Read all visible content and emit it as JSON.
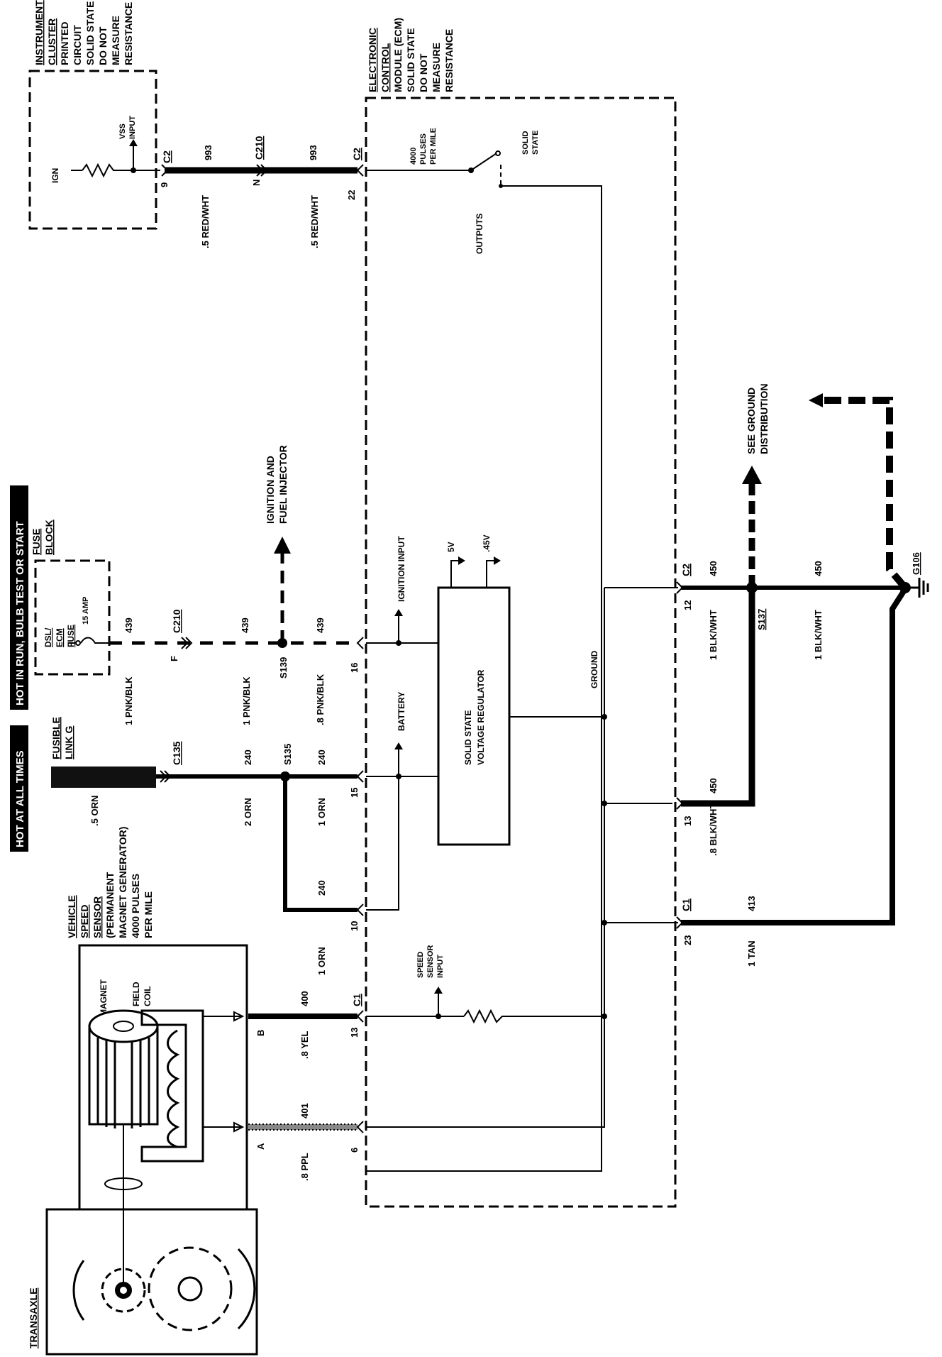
{
  "headers": {
    "hot_always": "HOT AT ALL TIMES",
    "hot_run": "HOT IN RUN, BULB TEST OR START"
  },
  "cluster": {
    "lines": [
      "INSTRUMENT",
      "CLUSTER",
      "PRINTED",
      "CIRCUIT",
      "SOLID STATE",
      "DO NOT",
      "MEASURE",
      "RESISTANCE"
    ],
    "ign": "IGN",
    "vss": [
      "VSS",
      "INPUT"
    ]
  },
  "ecm": {
    "lines": [
      "ELECTRONIC",
      "CONTROL",
      "MODULE (ECM)",
      "SOLID STATE",
      "DO NOT",
      "MEASURE",
      "RESISTANCE"
    ],
    "pulses": [
      "4000",
      "PULSES",
      "PER MILE"
    ],
    "solid_state": [
      "SOLID",
      "STATE"
    ],
    "outputs": "OUTPUTS",
    "ignition_input": "IGNITION INPUT",
    "battery": "BATTERY",
    "regulator": [
      "SOLID STATE",
      "VOLTAGE REGULATOR"
    ],
    "v5": "5V",
    "v45": ".45V",
    "ground": "GROUND",
    "speed_input": [
      "SPEED",
      "SENSOR",
      "INPUT"
    ]
  },
  "fuse_block": {
    "title": [
      "FUSE",
      "BLOCK"
    ],
    "fuse": [
      "DSL/",
      "ECM",
      "FUSE"
    ],
    "amp": "15 AMP"
  },
  "fusible": {
    "title": [
      "FUSIBLE",
      "LINK G"
    ]
  },
  "vss_sensor": {
    "lines": [
      "VEHICLE",
      "SPEED",
      "SENSOR",
      "(PERMANENT",
      "MAGNET GENERATOR)",
      "4000 PULSES",
      "PER MILE"
    ],
    "magnet": "MAGNET",
    "field_coil": [
      "FIELD",
      "COIL"
    ],
    "pin_b": "B",
    "pin_a": "A"
  },
  "transaxle": "TRANSAXLE",
  "ignition_injector": [
    "IGNITION AND",
    "FUEL INJECTOR"
  ],
  "ground_dist": [
    "SEE GROUND",
    "DISTRIBUTION"
  ],
  "labels": {
    "c2": "C2",
    "c210": "C210",
    "c135": "C135",
    "c1": "C1",
    "s135": "S135",
    "s139": "S139",
    "s137": "S137",
    "g106": "G106",
    "c993": "993",
    "c439": "439",
    "c240": "240",
    "c400": "400",
    "c401": "401",
    "c450": "450",
    "c413": "413",
    "p9": "9",
    "pN": "N",
    "p22": "22",
    "pF": "F",
    "p16": "16",
    "p15": "15",
    "p10": "10",
    "p13": "13",
    "p6": "6",
    "p12": "12",
    "p23": "23",
    "w_redwht": ".5 RED/WHT",
    "w_pnkblk1": "1 PNK/BLK",
    "w_pnkblk8": ".8 PNK/BLK",
    "w_orn5": ".5 ORN",
    "w_orn2": "2 ORN",
    "w_orn1": "1 ORN",
    "w_yel": ".8 YEL",
    "w_ppl": ".8 PPL",
    "w_blkwht1": "1 BLK/WHT",
    "w_blkwht8": ".8 BLK/WHT",
    "w_tan": "1 TAN"
  }
}
